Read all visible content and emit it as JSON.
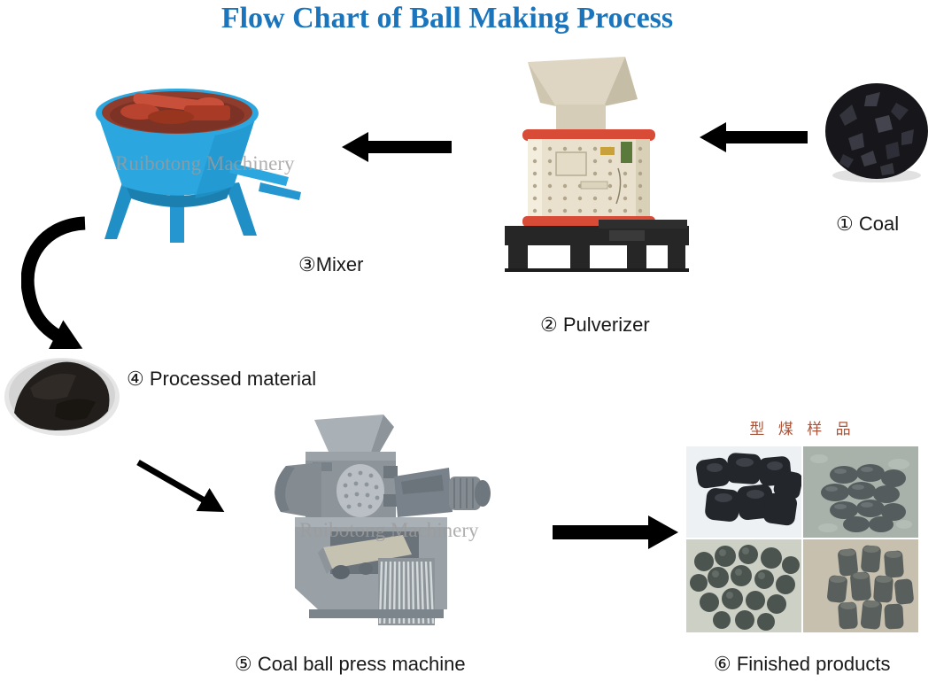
{
  "title": "Flow Chart of Ball Making Process",
  "watermark": "Ruibotong Machinery",
  "steps": [
    {
      "id": "coal",
      "label": "① Coal"
    },
    {
      "id": "pulverizer",
      "label": "② Pulverizer"
    },
    {
      "id": "mixer",
      "label": "③Mixer"
    },
    {
      "id": "processed_material",
      "label": "④ Processed material"
    },
    {
      "id": "coal_ball_press_machine",
      "label": "⑤ Coal ball press machine"
    },
    {
      "id": "finished_products",
      "label": "⑥ Finished products"
    }
  ],
  "finished_products_caption": "型 煤 样 品",
  "flow": [
    {
      "from": "coal",
      "to": "pulverizer"
    },
    {
      "from": "pulverizer",
      "to": "mixer"
    },
    {
      "from": "mixer",
      "to": "processed_material"
    },
    {
      "from": "processed_material",
      "to": "coal_ball_press_machine"
    },
    {
      "from": "coal_ball_press_machine",
      "to": "finished_products"
    }
  ],
  "colors": {
    "title_blue": "#1b75bc",
    "arrow_black": "#000000",
    "mixer_blue": "#2ba6de",
    "mixer_interior_red": "#8f3c2c",
    "pulverizer_beige": "#e9e1cd",
    "pulverizer_rim_red": "#d84b37",
    "base_frame_black": "#262626",
    "press_machine_gray": "#99a1a7",
    "briquette_dark": "#23262a",
    "caption_red": "#a8543a",
    "watermark_gray": "#9c9c9c"
  }
}
